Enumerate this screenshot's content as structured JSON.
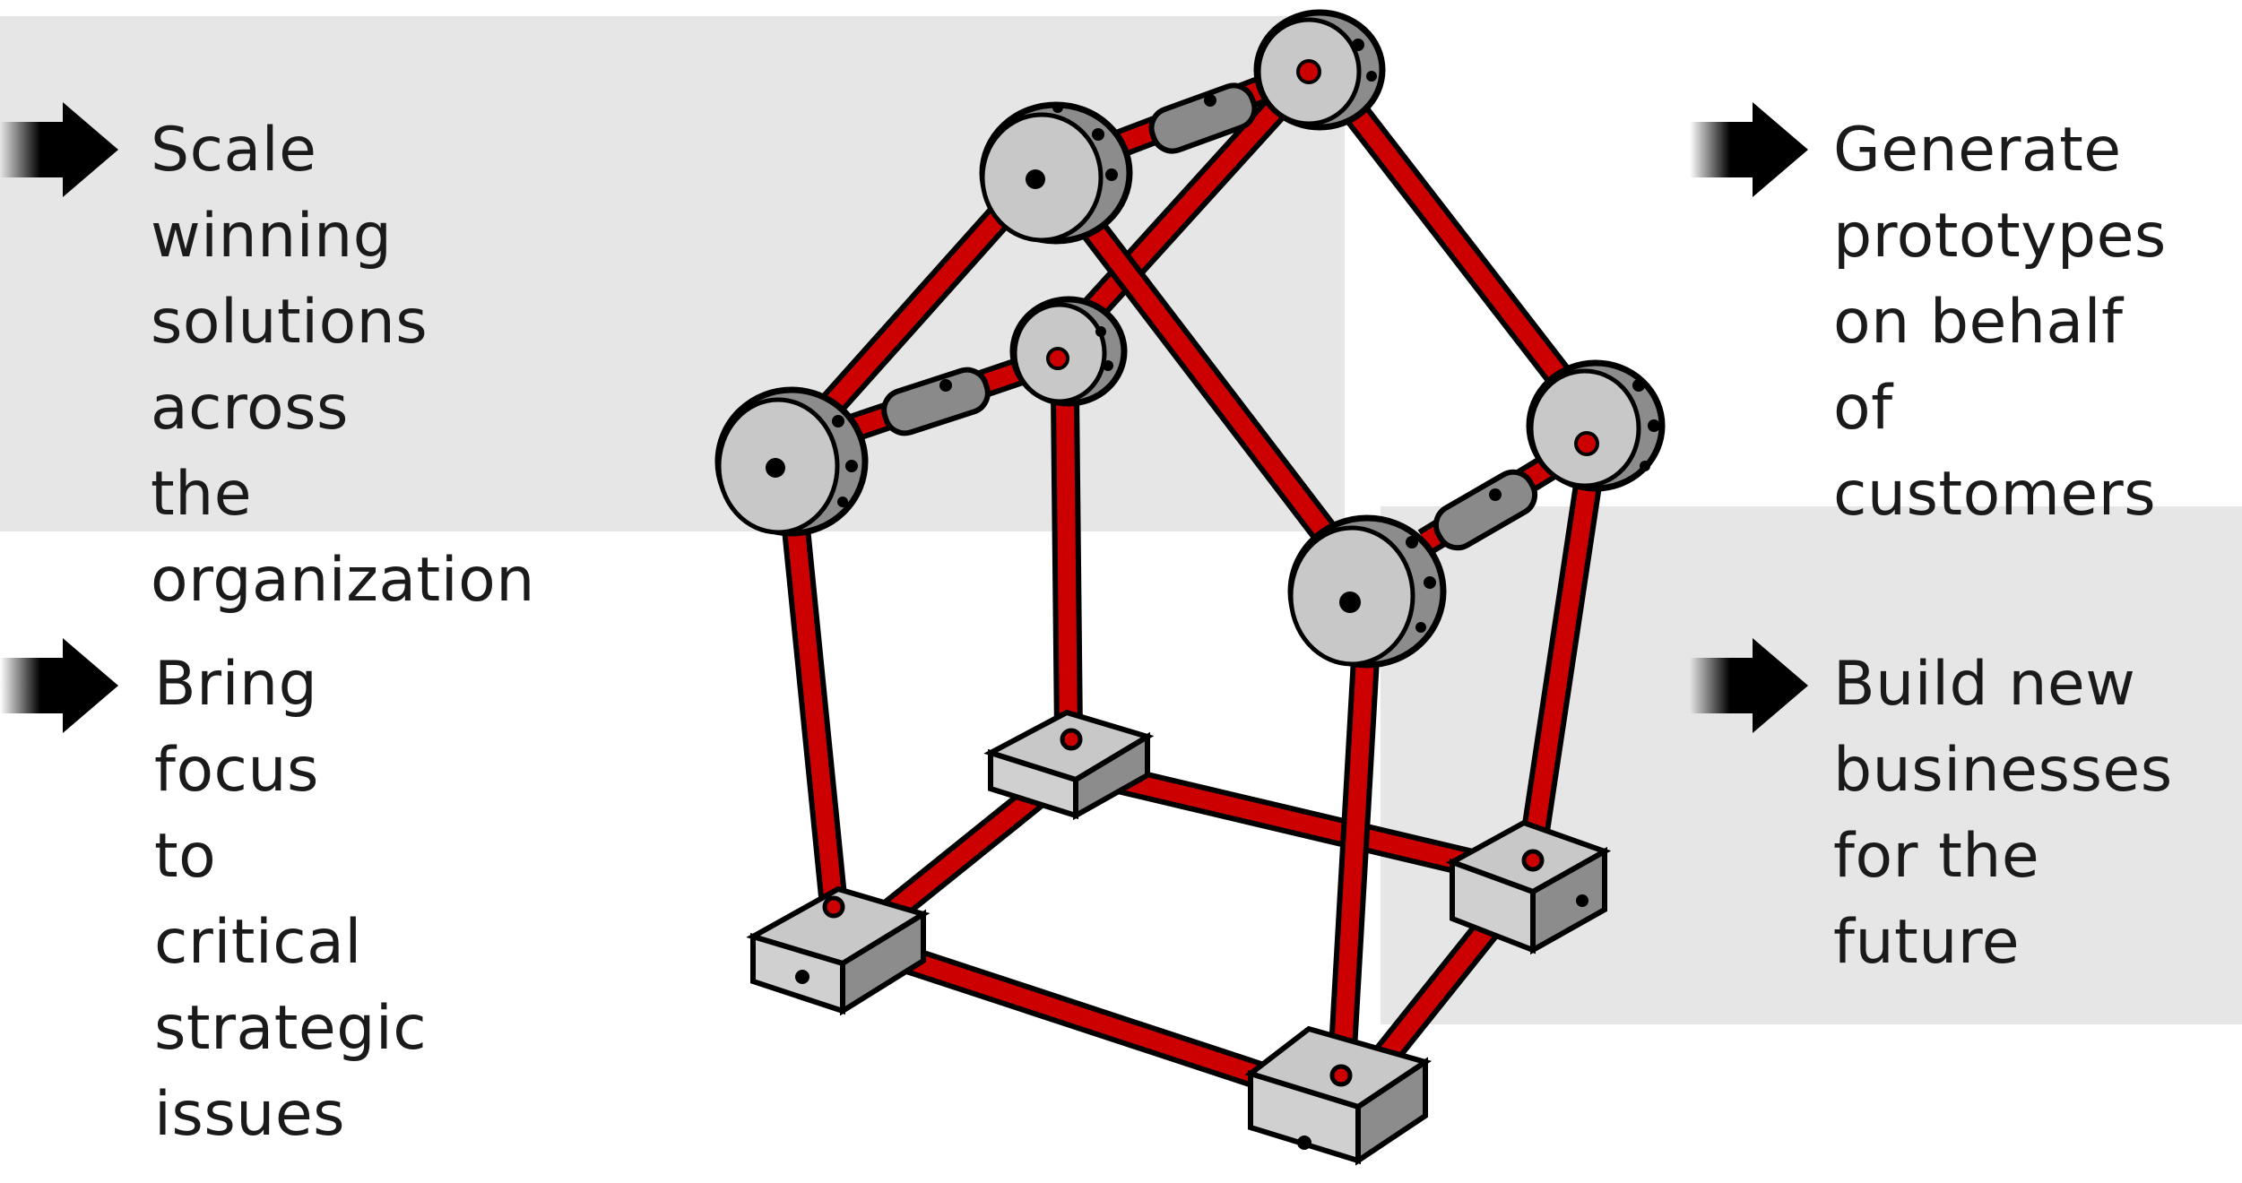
{
  "items": [
    {
      "label": "Scale winning\nsolutions across\nthe organization",
      "icon": "arrow-right-icon"
    },
    {
      "label": "Bring focus\nto critical\nstrategic issues",
      "icon": "arrow-right-icon"
    },
    {
      "label": "Generate\nprototypes\non behalf of\ncustomers",
      "icon": "arrow-right-icon"
    },
    {
      "label": "Build new\nbusinesses\nfor the future",
      "icon": "arrow-right-icon"
    }
  ],
  "illustration": {
    "name": "construction-toy-house",
    "rod_color": "#cc0000",
    "joint_color": "#c8c8c8",
    "panel_color": "#e6e6e6"
  }
}
